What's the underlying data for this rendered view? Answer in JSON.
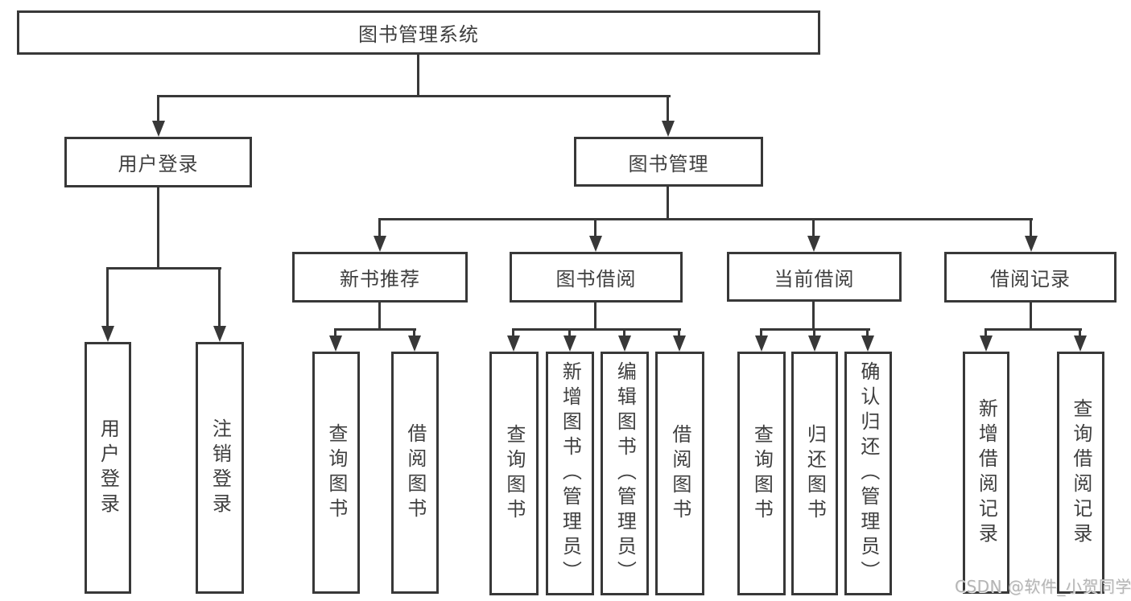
{
  "tree": {
    "label": "图书管理系统",
    "children": [
      {
        "label": "用户登录",
        "children": [
          {
            "label": "用户登录"
          },
          {
            "label": "注销登录"
          }
        ]
      },
      {
        "label": "图书管理",
        "children": [
          {
            "label": "新书推荐",
            "children": [
              {
                "label": "查询图书"
              },
              {
                "label": "借阅图书"
              }
            ]
          },
          {
            "label": "图书借阅",
            "children": [
              {
                "label": "查询图书"
              },
              {
                "label": "新增图书（管理员）"
              },
              {
                "label": "编辑图书（管理员）"
              },
              {
                "label": "借阅图书"
              }
            ]
          },
          {
            "label": "当前借阅",
            "children": [
              {
                "label": "查询图书"
              },
              {
                "label": "归还图书"
              },
              {
                "label": "确认归还（管理员）"
              }
            ]
          },
          {
            "label": "借阅记录",
            "children": [
              {
                "label": "新增借阅记录"
              },
              {
                "label": "查询借阅记录"
              }
            ]
          }
        ]
      }
    ]
  },
  "watermark": {
    "text": "CSDN @软件_小贺同学"
  },
  "colors": {
    "line": "#383838",
    "text": "#3f3f3f",
    "background": "#ffffff",
    "watermark": "#b5b5b5"
  }
}
